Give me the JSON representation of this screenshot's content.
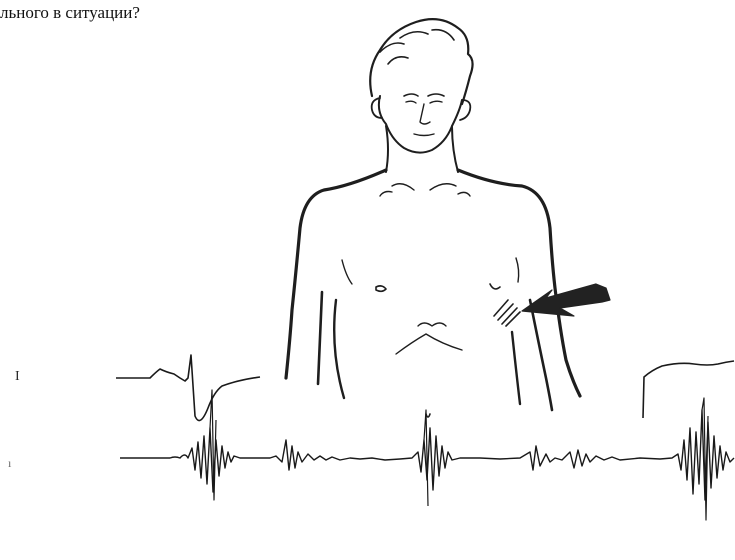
{
  "question": {
    "text": "льного в ситуации?"
  },
  "ecg": {
    "lead_top_label": "I",
    "lead_bottom_label": "ı"
  },
  "illustration": {
    "subject": "patient-torso",
    "marker": "chest-arrow"
  }
}
